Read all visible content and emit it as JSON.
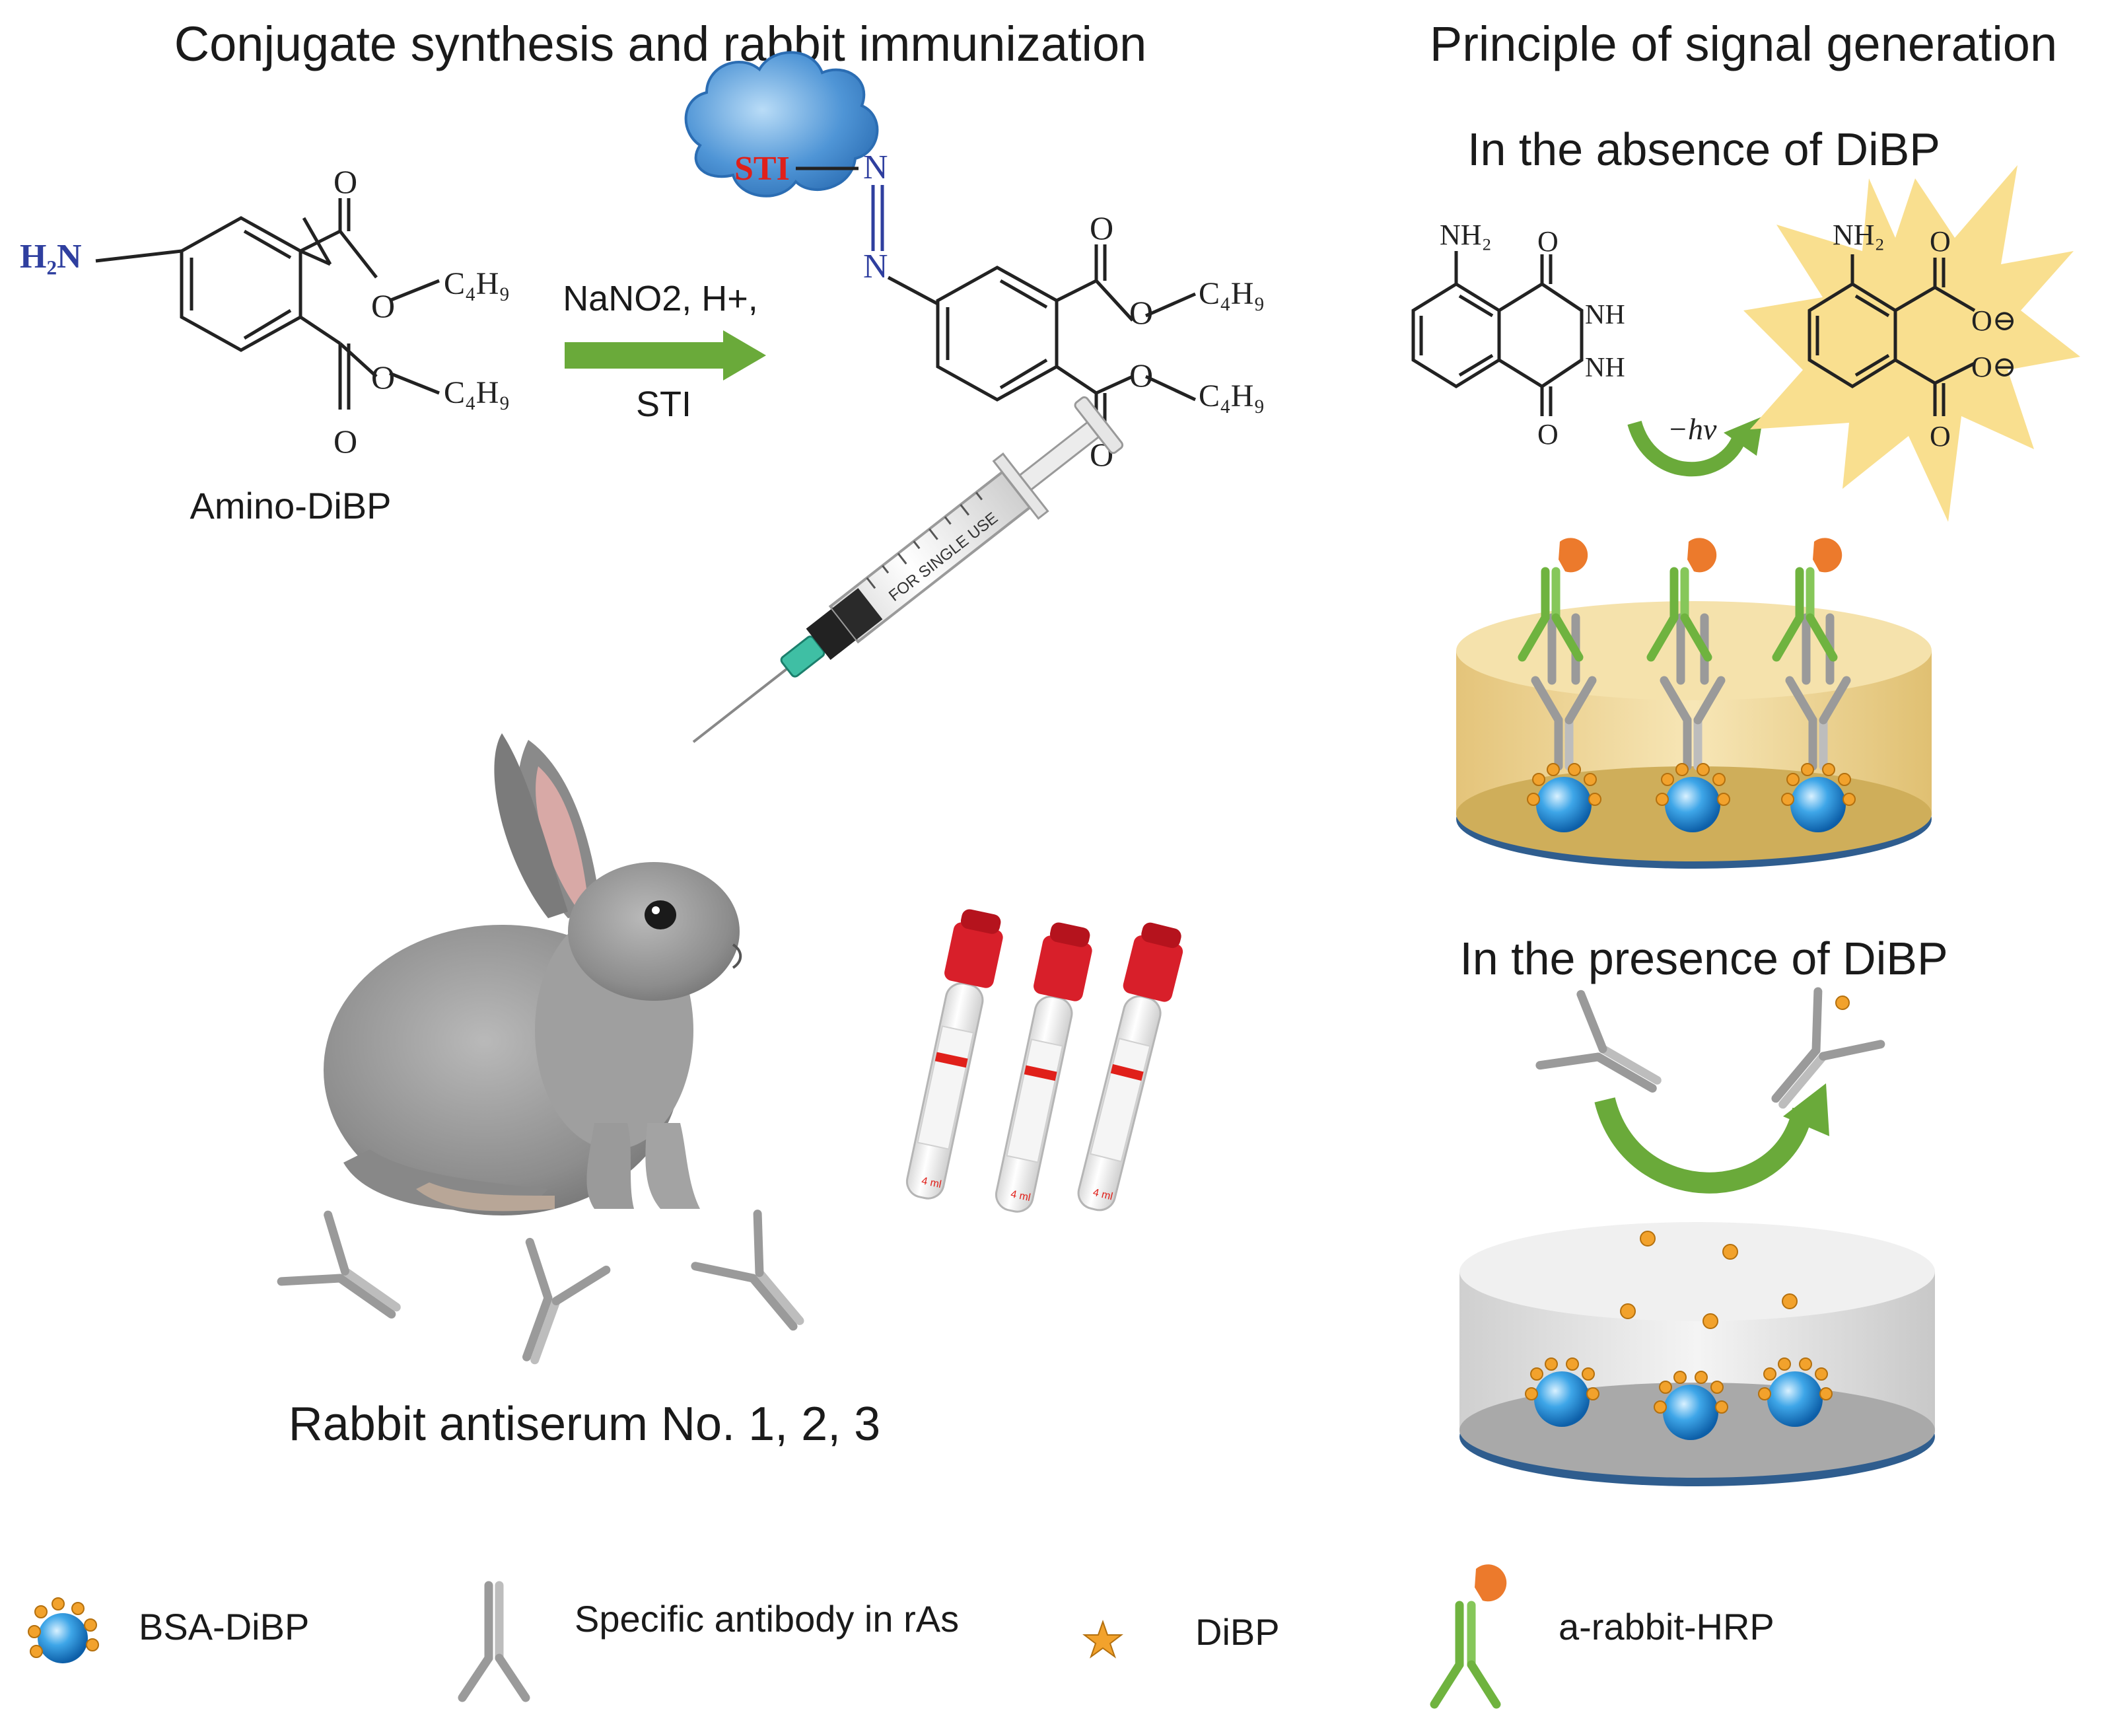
{
  "colors": {
    "arrow_green": "#6aaa3a",
    "antibody_gray": "#9a9a9a",
    "antibody_green": "#6fb33f",
    "hrp_orange": "#ec7a2c",
    "amine_blue": "#2f3f9f",
    "sti_red": "#e0201a",
    "cloud_blue": "#3f86cc",
    "star_orange": "#f2a22c",
    "burst_yellow": "#f9df8f",
    "plate_yellow": "#f1d89a",
    "plate_gray": "#dcdcdc"
  },
  "left_panel": {
    "title": "Conjugate synthesis and rabbit immunization",
    "reactant": {
      "amine": "H₂N",
      "carbonyl_o": "O",
      "ester_o": "O",
      "chain": "C₄H₉",
      "name": "Amino-DiBP"
    },
    "reaction": {
      "conditions_line1": "NaNO2, H+,",
      "conditions_line2": "STI"
    },
    "product": {
      "cloud_label": "STI",
      "azo_n": "N",
      "carbonyl_o": "O",
      "ester_o": "O",
      "chain": "C₄H₉"
    },
    "syringe_text": "FOR SINGLE USE",
    "tube_label": "4 ml",
    "antiserum_label": "Rabbit antiserum No. 1, 2, 3"
  },
  "right_panel": {
    "title": "Principle of signal generation",
    "absence_title": "In the absence of DiBP",
    "presence_title": "In the presence of DiBP",
    "luminol": {
      "nh2": "NH₂",
      "o": "O",
      "nh": "NH"
    },
    "aminophthalate": {
      "nh2": "NH₂",
      "o": "O",
      "o_minus": "O⊖"
    },
    "light_label": "−hν"
  },
  "legend": [
    {
      "icon": "bsa-dibp-icon",
      "label": "BSA-DiBP"
    },
    {
      "icon": "specific-antibody-icon",
      "label": "Specific antibody in rAs"
    },
    {
      "icon": "dibp-star-icon",
      "label": "DiBP"
    },
    {
      "icon": "a-rabbit-hrp-icon",
      "label": "a-rabbit-HRP"
    }
  ]
}
